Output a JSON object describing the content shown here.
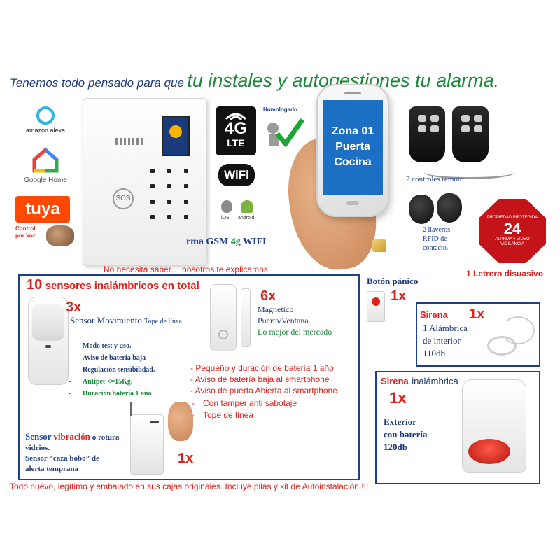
{
  "headline": {
    "small": "Tenemos todo pensado para que",
    "big": "tu instales y autogestiones tu alarma."
  },
  "brands": {
    "alexa_label": "amazon alexa",
    "google_home_label": "Google Home",
    "tuya_label": "tuya",
    "voice_control_label": "Control por Voz"
  },
  "panel": {
    "sos_label": "SOS",
    "caption_prefix": "rma GSM",
    "caption_4g": "4g",
    "caption_wifi": "WIFI"
  },
  "connectivity": {
    "badge_4g": "4G",
    "badge_lte": "LTE",
    "wifi_label": "WiFi",
    "homologado_label": "Homologado",
    "ios_label": "iOS",
    "android_label": "android"
  },
  "phone": {
    "line1": "Zona 01",
    "line2": "Puerta",
    "line3": "Cocina"
  },
  "accessories": {
    "remotes_label": "2 controles remoto",
    "fobs_label": "2 llaveros RFID de contacto.",
    "sign_label": "1 Letrero disuasivo",
    "sign_text_top": "PROPIEDAD PROTEGIDA",
    "sign_number": "24",
    "sign_text_bottom": "ALARMA y VIDEO VIGILANCIA"
  },
  "tagline": "No necesita saber… nosotros te explicamos",
  "sensors_box": {
    "title_number": "10",
    "title_text": "sensores inalámbricos en total",
    "motion": {
      "qty": "3x",
      "name_part1": "Sensor",
      "name_part2": "Movimiento",
      "name_part3": "Tope de línea",
      "features": [
        "Modo test y uso.",
        "Aviso de batería baja",
        "Regulación sensibilidad.",
        "Antipet <=15Kg.",
        "Duración batería 1 año"
      ]
    },
    "magnetic": {
      "qty": "6x",
      "line1": "Magnético",
      "line2": "Puerta/Ventana.",
      "line3": "Lo mejor del mercado"
    },
    "features_red": {
      "item1_a": "- Pequeño y",
      "item1_b": "duración de batería 1 año",
      "item2": "- Aviso de batería baja al smartphone",
      "item3": "- Aviso de puerta Abierta al smartphone",
      "sub": [
        "Con tamper anti sabotaje",
        "Tope de línea"
      ]
    },
    "vibration": {
      "part1": "Sensor",
      "part2": "vibración",
      "part3": "o rotura vidrios.",
      "line2": "Sensor “caza bobo” de alerta temprana",
      "qty": "1x"
    }
  },
  "panic": {
    "label": "Botón pánico",
    "qty": "1x"
  },
  "siren_indoor": {
    "title": "Sirena",
    "qty": "1x",
    "line1": "1 Alámbrica",
    "line2": "de interior",
    "line3": "110db"
  },
  "siren_outdoor": {
    "title": "Sirena",
    "title2": "inalámbrica",
    "qty": "1x",
    "line1": "Exterior",
    "line2": "con batería",
    "line3": "120db"
  },
  "footer": "Todo nuevo, legítimo  y embalado en sus cajas originales.  Incluye pilas y kit de Autoinstalación !!!",
  "colors": {
    "red": "#e0201b",
    "green": "#1a8a3a",
    "blue": "#1e4ea0",
    "navy": "#1f3b7a",
    "phone_screen": "#1b6fc4",
    "box_border": "#1e3f8f"
  }
}
